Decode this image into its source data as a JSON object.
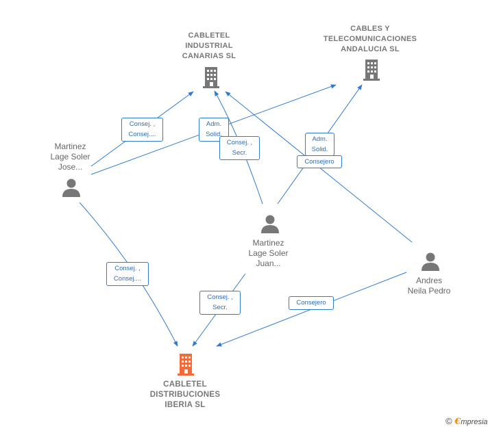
{
  "companies": {
    "cabletel_industrial": {
      "lines": [
        "CABLETEL",
        "INDUSTRIAL",
        "CANARIAS  SL"
      ],
      "color": "#777777"
    },
    "cables_telecom": {
      "lines": [
        "CABLES Y",
        "TELECOMUNICACIONES",
        "ANDALUCIA SL"
      ],
      "color": "#777777"
    },
    "cabletel_distribuciones": {
      "lines": [
        "CABLETEL",
        "DISTRIBUCIONES",
        "IBERIA  SL"
      ],
      "color": "#f26b3a"
    }
  },
  "persons": {
    "jose": {
      "lines": [
        "Martinez",
        "Lage Soler",
        "Jose..."
      ]
    },
    "juan": {
      "lines": [
        "Martinez",
        "Lage Soler",
        "Juan..."
      ]
    },
    "andres": {
      "lines": [
        "Andres",
        "Neila Pedro"
      ]
    }
  },
  "relations": {
    "r1": {
      "lines": [
        "Consej. ,",
        "Consej...."
      ]
    },
    "r2": {
      "lines": [
        "Adm.",
        "Solid."
      ]
    },
    "r3": {
      "lines": [
        "Consej. ,",
        "Secr."
      ]
    },
    "r4": {
      "lines": [
        "Adm.",
        "Solid."
      ]
    },
    "r5": {
      "lines": [
        "Consejero"
      ]
    },
    "r6": {
      "lines": [
        "Consej. ,",
        "Consej...."
      ]
    },
    "r7": {
      "lines": [
        "Consej. ,",
        "Secr."
      ]
    },
    "r8": {
      "lines": [
        "Consejero"
      ]
    }
  },
  "colors": {
    "edge": "#2e7bcf",
    "building": "#777777",
    "building_main": "#f26b3a",
    "person": "#777777"
  },
  "footer": {
    "copyright_symbol": "©",
    "brand_initial": "€",
    "brand_rest": "mpresia"
  }
}
